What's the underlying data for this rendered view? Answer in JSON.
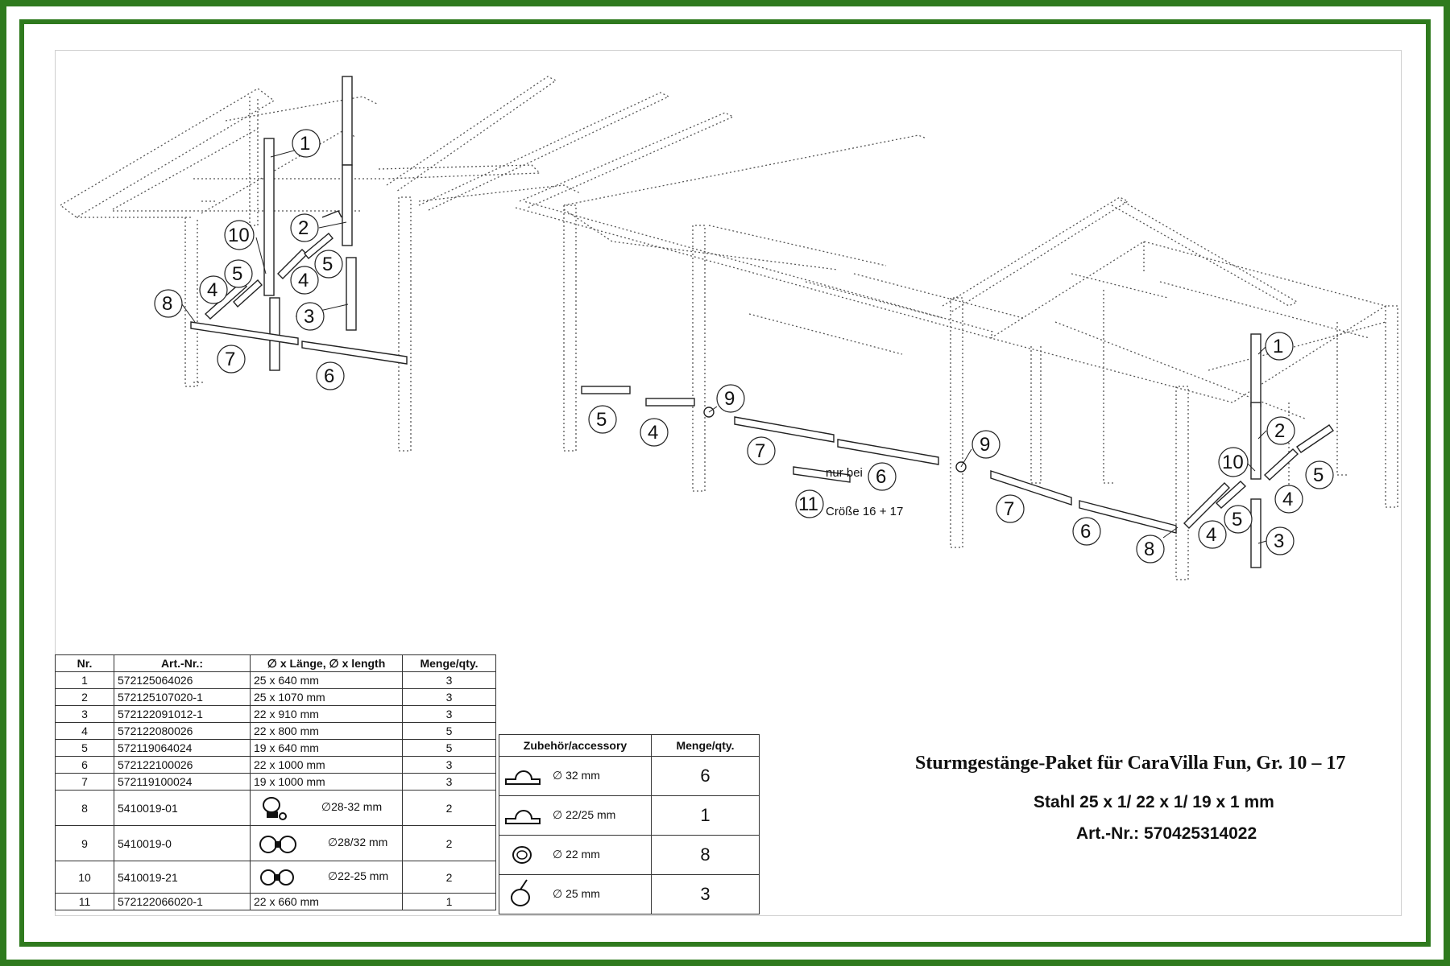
{
  "parts_table": {
    "headers": [
      "Nr.",
      "Art.-Nr.:",
      "∅ x Länge, ∅ x length",
      "Menge/qty."
    ],
    "rows": [
      {
        "nr": "1",
        "art": "572125064026",
        "dim": "25 x 640 mm",
        "qty": "3"
      },
      {
        "nr": "2",
        "art": "572125107020-1",
        "dim": "25 x 1070 mm",
        "qty": "3"
      },
      {
        "nr": "3",
        "art": "572122091012-1",
        "dim": "22 x 910 mm",
        "qty": "3"
      },
      {
        "nr": "4",
        "art": "572122080026",
        "dim": "22 x 800 mm",
        "qty": "5"
      },
      {
        "nr": "5",
        "art": "572119064024",
        "dim": "19 x 640 mm",
        "qty": "5"
      },
      {
        "nr": "6",
        "art": "572122100026",
        "dim": "22 x 1000 mm",
        "qty": "3"
      },
      {
        "nr": "7",
        "art": "572119100024",
        "dim": "19 x 1000 mm",
        "qty": "3"
      },
      {
        "nr": "8",
        "art": "5410019-01",
        "dim": "∅28-32 mm",
        "qty": "2",
        "icon": "clamp-icon"
      },
      {
        "nr": "9",
        "art": "5410019-0",
        "dim": "∅28/32 mm",
        "qty": "2",
        "icon": "double-clamp-icon"
      },
      {
        "nr": "10",
        "art": "5410019-21",
        "dim": "∅22-25 mm",
        "qty": "2",
        "icon": "double-clamp-icon"
      },
      {
        "nr": "11",
        "art": "572122066020-1",
        "dim": "22 x 660 mm",
        "qty": "1"
      }
    ]
  },
  "accessory_table": {
    "headers": [
      "Zubehör/accessory",
      "Menge/qty."
    ],
    "rows": [
      {
        "dim": "∅ 32 mm",
        "qty": "6",
        "icon": "pipe-clip-icon"
      },
      {
        "dim": "∅ 22/25 mm",
        "qty": "1",
        "icon": "pipe-clip-icon"
      },
      {
        "dim": "∅ 22 mm",
        "qty": "8",
        "icon": "ring-clip-icon"
      },
      {
        "dim": "∅ 25 mm",
        "qty": "3",
        "icon": "tension-clip-icon"
      }
    ]
  },
  "title": "Sturmgestänge-Paket für CaraVilla Fun, Gr. 10 – 17",
  "material": "Stahl 25 x 1/ 22 x 1/ 19 x 1 mm",
  "article_no": "Art.-Nr.: 570425314022",
  "drawing": {
    "note_line1": "nur bei",
    "note_line2": "Cröße 16 + 17",
    "callouts": [
      "1",
      "2",
      "3",
      "4",
      "5",
      "6",
      "7",
      "8",
      "9",
      "10",
      "11"
    ]
  },
  "colors": {
    "frame": "#2f7a1e",
    "ink": "#111111",
    "dotted": "#555555"
  }
}
